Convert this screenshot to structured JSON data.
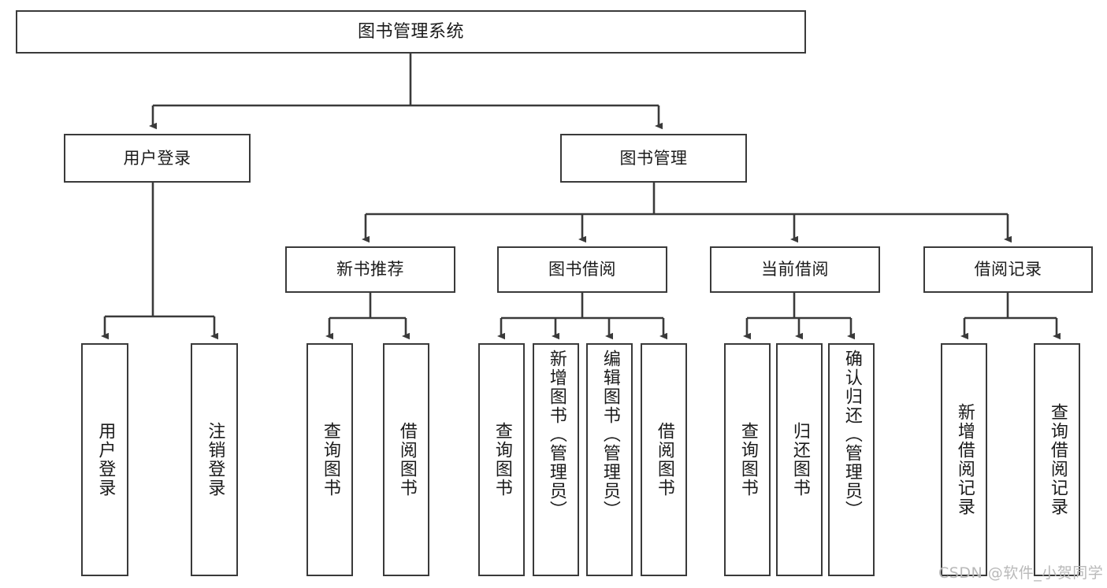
{
  "diagram": {
    "title": "图书管理系统",
    "type": "tree-hierarchy-chart",
    "watermark": "CSDN @软件_小贺同学",
    "root": {
      "label": "图书管理系统"
    },
    "level2": [
      {
        "label": "用户登录"
      },
      {
        "label": "图书管理"
      }
    ],
    "level3": [
      {
        "label": "新书推荐"
      },
      {
        "label": "图书借阅"
      },
      {
        "label": "当前借阅"
      },
      {
        "label": "借阅记录"
      }
    ],
    "leaves": {
      "user_login": [
        {
          "label": "用户登录"
        },
        {
          "label": "注销登录"
        }
      ],
      "new_book_recommend": [
        {
          "label": "查询图书"
        },
        {
          "label": "借阅图书"
        }
      ],
      "book_borrow": [
        {
          "label": "查询图书"
        },
        {
          "label": "新增图书（管理员）"
        },
        {
          "label": "编辑图书（管理员）"
        },
        {
          "label": "借阅图书"
        }
      ],
      "current_borrow": [
        {
          "label": "查询图书"
        },
        {
          "label": "归还图书"
        },
        {
          "label": "确认归还（管理员）"
        }
      ],
      "borrow_record": [
        {
          "label": "新增借阅记录"
        },
        {
          "label": "查询借阅记录"
        }
      ]
    },
    "colors": {
      "stroke": "#3a3a3a",
      "text": "#1b1b1b",
      "background": "#ffffff",
      "watermark": "#b9b9b9"
    }
  },
  "chart_data": {
    "type": "table",
    "title": "图书管理系统",
    "nodes": [
      {
        "id": "root",
        "label": "图书管理系统",
        "level": 0,
        "parent": null
      },
      {
        "id": "n1",
        "label": "用户登录",
        "level": 1,
        "parent": "root"
      },
      {
        "id": "n2",
        "label": "图书管理",
        "level": 1,
        "parent": "root"
      },
      {
        "id": "n1a",
        "label": "用户登录",
        "level": 2,
        "parent": "n1"
      },
      {
        "id": "n1b",
        "label": "注销登录",
        "level": 2,
        "parent": "n1"
      },
      {
        "id": "n2a",
        "label": "新书推荐",
        "level": 2,
        "parent": "n2"
      },
      {
        "id": "n2b",
        "label": "图书借阅",
        "level": 2,
        "parent": "n2"
      },
      {
        "id": "n2c",
        "label": "当前借阅",
        "level": 2,
        "parent": "n2"
      },
      {
        "id": "n2d",
        "label": "借阅记录",
        "level": 2,
        "parent": "n2"
      },
      {
        "id": "n2a1",
        "label": "查询图书",
        "level": 3,
        "parent": "n2a"
      },
      {
        "id": "n2a2",
        "label": "借阅图书",
        "level": 3,
        "parent": "n2a"
      },
      {
        "id": "n2b1",
        "label": "查询图书",
        "level": 3,
        "parent": "n2b"
      },
      {
        "id": "n2b2",
        "label": "新增图书（管理员）",
        "level": 3,
        "parent": "n2b"
      },
      {
        "id": "n2b3",
        "label": "编辑图书（管理员）",
        "level": 3,
        "parent": "n2b"
      },
      {
        "id": "n2b4",
        "label": "借阅图书",
        "level": 3,
        "parent": "n2b"
      },
      {
        "id": "n2c1",
        "label": "查询图书",
        "level": 3,
        "parent": "n2c"
      },
      {
        "id": "n2c2",
        "label": "归还图书",
        "level": 3,
        "parent": "n2c"
      },
      {
        "id": "n2c3",
        "label": "确认归还（管理员）",
        "level": 3,
        "parent": "n2c"
      },
      {
        "id": "n2d1",
        "label": "新增借阅记录",
        "level": 3,
        "parent": "n2d"
      },
      {
        "id": "n2d2",
        "label": "查询借阅记录",
        "level": 3,
        "parent": "n2d"
      }
    ]
  }
}
